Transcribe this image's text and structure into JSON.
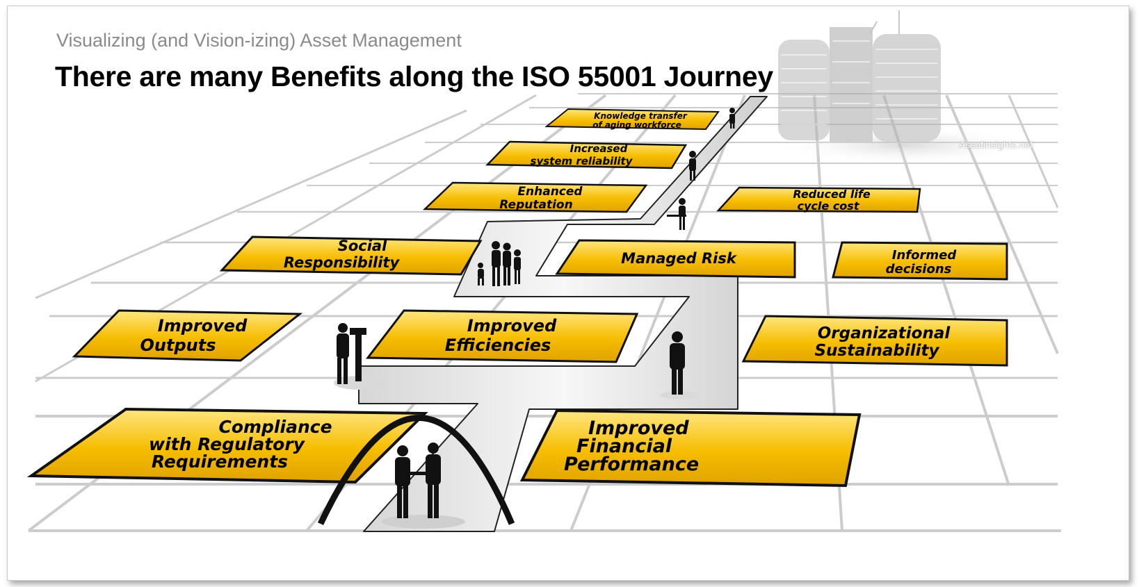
{
  "header": {
    "subtitle": "Visualizing (and Vision-izing) Asset Management",
    "title": "There are many Benefits along the ISO 55001 Journey"
  },
  "watermark": "Assetinsights.net",
  "colors": {
    "plate": "#f5b800",
    "plate_light": "#ffe066",
    "grid": "#cfcfcf",
    "path": "#e4e4e4"
  },
  "benefits": [
    {
      "id": "knowledge",
      "lines": [
        "Knowledge transfer",
        "of aging workforce"
      ]
    },
    {
      "id": "reliability",
      "lines": [
        "Increased",
        "system reliability"
      ]
    },
    {
      "id": "reputation",
      "lines": [
        "Enhanced",
        "Reputation"
      ]
    },
    {
      "id": "lifecycle",
      "lines": [
        "Reduced life",
        "cycle cost"
      ]
    },
    {
      "id": "social",
      "lines": [
        "Social",
        "Responsibility"
      ]
    },
    {
      "id": "risk",
      "lines": [
        "Managed Risk"
      ]
    },
    {
      "id": "informed",
      "lines": [
        "Informed",
        "decisions"
      ]
    },
    {
      "id": "outputs",
      "lines": [
        "Improved",
        "Outputs"
      ]
    },
    {
      "id": "efficiencies",
      "lines": [
        "Improved",
        "Efficiencies"
      ]
    },
    {
      "id": "sustainability",
      "lines": [
        "Organizational",
        "Sustainability"
      ]
    },
    {
      "id": "compliance",
      "lines": [
        "Compliance",
        "with Regulatory",
        "Requirements"
      ]
    },
    {
      "id": "financial",
      "lines": [
        "Improved",
        "Financial",
        "Performance"
      ]
    }
  ],
  "icons": [
    "building-icon",
    "arch-icon",
    "person-silhouette-icon"
  ]
}
